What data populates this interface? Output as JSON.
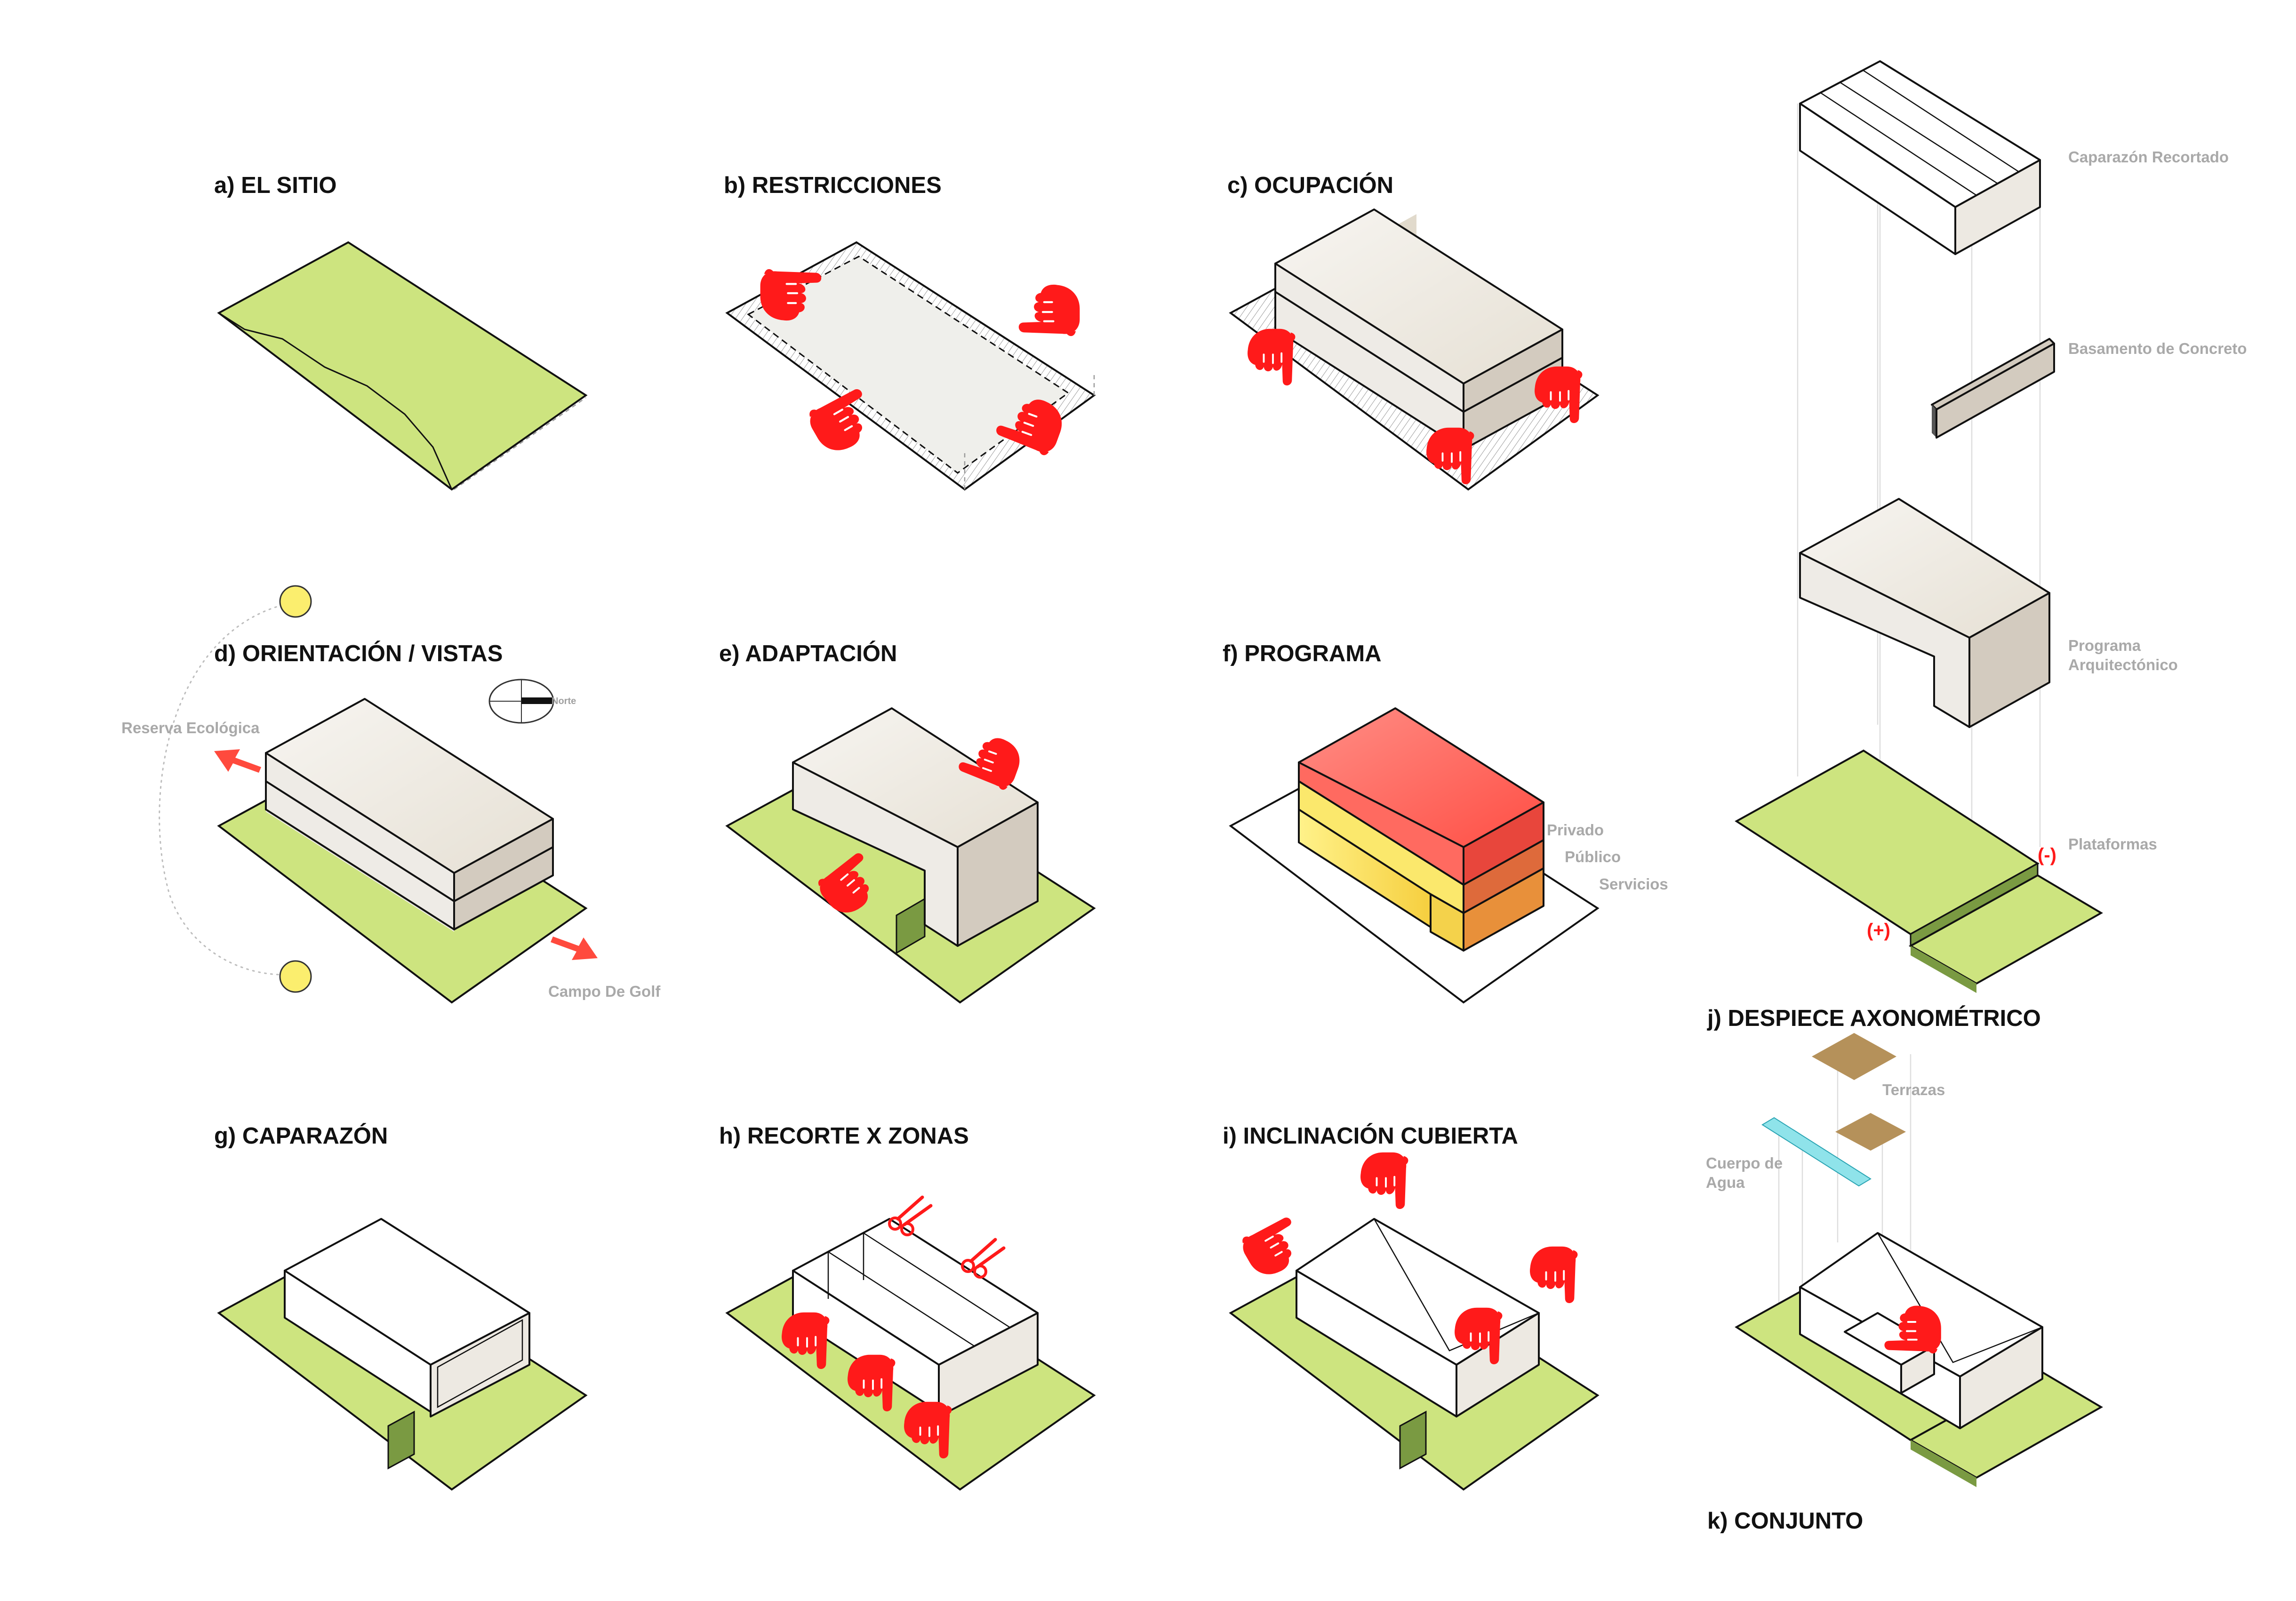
{
  "titles": {
    "a": "a) EL SITIO",
    "b": "b) RESTRICCIONES",
    "c": "c) OCUPACIÓN",
    "d": "d) ORIENTACIÓN / VISTAS",
    "e": "e) ADAPTACIÓN",
    "f": "f) PROGRAMA",
    "g": "g) CAPARAZÓN",
    "h": "h) RECORTE X ZONAS",
    "i": "i) INCLINACIÓN CUBIERTA",
    "j": "j) DESPIECE AXONOMÉTRICO",
    "k": "k) CONJUNTO"
  },
  "orientation": {
    "north": "Norte",
    "reserve": "Reserva Ecológica",
    "golf": "Campo De Golf"
  },
  "program": {
    "private": "Privado",
    "public": "Público",
    "services": "Servicios"
  },
  "exploded": {
    "shell": "Caparazón Recortado",
    "base": "Basamento de Concreto",
    "program_l1": "Programa",
    "program_l2": "Arquitectónico",
    "platforms": "Plataformas",
    "minus": "(-)",
    "plus": "(+)"
  },
  "assembly": {
    "terraces": "Terrazas",
    "water_l1": "Cuerpo de",
    "water_l2": "Agua"
  },
  "colors": {
    "site_green": "#cde47f",
    "massing": "#efece4",
    "massing_side": "#d3cbbf",
    "privado": "#ff5a4f",
    "publico": "#e86a3c",
    "servicios": "#f5d24a",
    "hand_red": "#ff1a1a",
    "sun": "#fbee6e",
    "terrace": "#b5915a",
    "water": "#8fe3ea"
  },
  "icons": [
    "pointing-hand-icon",
    "scissors-icon",
    "sun-icon",
    "compass-icon",
    "arrow-icon"
  ]
}
